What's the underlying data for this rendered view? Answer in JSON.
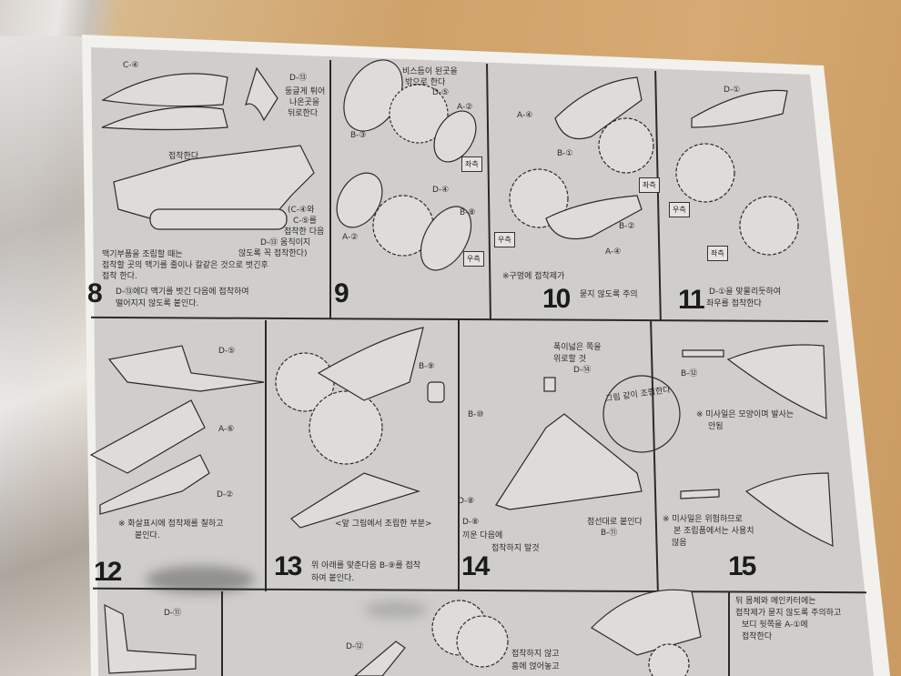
{
  "steps": {
    "s8": {
      "number": "8",
      "text1": "D-⑬에다 맥기를 벗긴 다음에 접착하여",
      "text2": "떨어지지 않도록 붙인다.",
      "note1": "맥기부품을 조립할 때는",
      "note2": "접착할 곳의 맥기를 줄이나 칼같은 것으로 벗긴후",
      "note3": "접착 한다.",
      "labels": {
        "c4": "C-④",
        "d13": "D-⑬",
        "round1": "둥글게 튀어",
        "round2": "나온곳을",
        "round3": "뒤로한다",
        "glue": "접착한다",
        "p1": "(C-④와",
        "p2": "C-⑤를",
        "p3": "접착한 다음",
        "p4": "D-⑬ 움직이지",
        "p5": "않도록 꼭 접착한다)"
      }
    },
    "s9": {
      "number": "9",
      "labels": {
        "top1": "비스듬이 된곳을",
        "top2": "밖으로 한다",
        "d5": "D-⑤",
        "a2a": "A-②",
        "b3": "B-③",
        "left": "좌측",
        "d4": "D-④",
        "b8": "B-⑧",
        "a2b": "A-②",
        "right": "우측"
      }
    },
    "s10": {
      "number": "10",
      "note": "※구멍에 접착제가",
      "text": "묻지 않도록 주의",
      "labels": {
        "a4a": "A-④",
        "b1": "B-①",
        "left": "좌측",
        "right": "우측",
        "b2": "B-②",
        "a4b": "A-④"
      }
    },
    "s11": {
      "number": "11",
      "text1": "D-①을 맞물리듯하여",
      "text2": "좌우를 접착한다",
      "labels": {
        "d1": "D-①",
        "right": "우측",
        "left": "좌측"
      }
    },
    "s12": {
      "number": "12",
      "note1": "※ 화살표시에 접착제를 칠하고",
      "note2": "붙인다.",
      "labels": {
        "d5": "D-⑤",
        "a6": "A-⑥",
        "d2": "D-②"
      }
    },
    "s13": {
      "number": "13",
      "text1": "위 아래를 맞춘다음 B-⑨를 접착",
      "text2": "하여 붙인다.",
      "caption": "<앞 그림에서 조립한 부분>",
      "labels": {
        "b9": "B-⑨"
      }
    },
    "s14": {
      "number": "14",
      "labels": {
        "wide1": "폭이넓은 쪽을",
        "wide2": "위로할 것",
        "d14": "D-⑭",
        "assemble": "그림 같이 조립한다",
        "b10": "B-⑩",
        "d8a": "D-⑧",
        "d8b": "D-⑧",
        "insert1": "끼운 다음에",
        "insert2": "접착하지 말것",
        "dotted": "점선대로 붙인다",
        "b11": "B-⑪"
      }
    },
    "s15": {
      "number": "15",
      "labels": {
        "b12": "B-⑫",
        "m1": "※ 미사일은 모양이며 발사는",
        "m2": "안됨",
        "w1": "※ 미사일은 위험하므로",
        "w2": "본 조립품에서는 사용치",
        "w3": "않음"
      }
    },
    "bottom": {
      "d11": "D-⑪",
      "d12": "D-⑫",
      "nog1": "접착하지 않고",
      "nog2": "홈에 얹어놓고",
      "r1": "뒤 몸체와 메인카터에는",
      "r2": "접착제가 묻지 않도록 주의하고",
      "r3": "보디 뒷쪽을 A-①에",
      "r4": "접착한다"
    }
  }
}
